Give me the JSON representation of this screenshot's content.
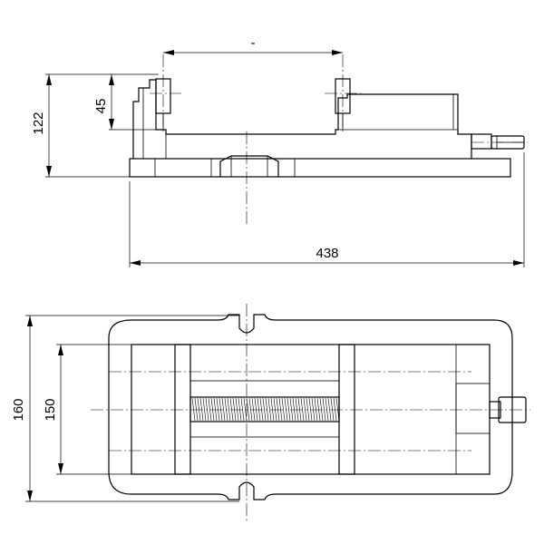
{
  "drawing": {
    "side_view": {
      "dim_jaw_opening": "-",
      "dim_jaw_height": "45",
      "dim_total_height": "122",
      "dim_total_length": "438"
    },
    "top_view": {
      "dim_outer_width": "160",
      "dim_inner_width": "150"
    }
  }
}
